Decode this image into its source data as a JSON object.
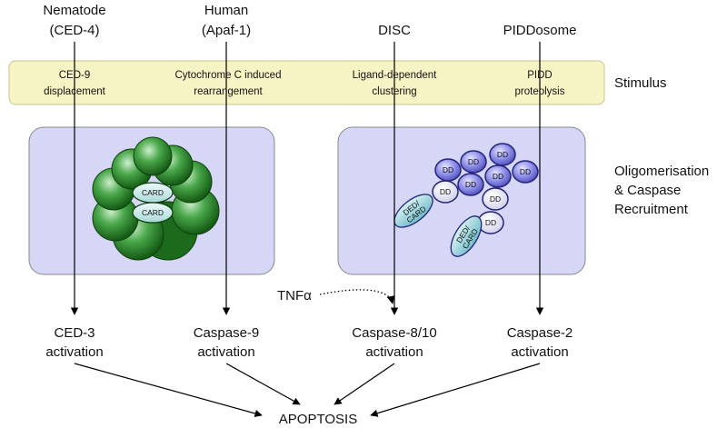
{
  "columns": [
    {
      "title_line1": "Nematode",
      "title_line2": "(CED-4)",
      "stimulus_line1": "CED-9",
      "stimulus_line2": "displacement",
      "activation_line1": "CED-3",
      "activation_line2": "activation"
    },
    {
      "title_line1": "Human",
      "title_line2": "(Apaf-1)",
      "stimulus_line1": "Cytochrome C induced",
      "stimulus_line2": "rearrangement",
      "activation_line1": "Caspase-9",
      "activation_line2": "activation"
    },
    {
      "title_line1": "DISC",
      "title_line2": "",
      "stimulus_line1": "Ligand-dependent",
      "stimulus_line2": "clustering",
      "activation_line1": "Caspase-8/10",
      "activation_line2": "activation"
    },
    {
      "title_line1": "PIDDosome",
      "title_line2": "",
      "stimulus_line1": "PIDD",
      "stimulus_line2": "proteolysis",
      "activation_line1": "Caspase-2",
      "activation_line2": "activation"
    }
  ],
  "side_labels": {
    "stimulus": "Stimulus",
    "oligo_line1": "Oligomerisation",
    "oligo_line2": "& Caspase",
    "oligo_line3": "Recruitment"
  },
  "complex_labels": {
    "card": "CARD",
    "dd": "DD",
    "dedcard_line1": "DED/",
    "dedcard_line2": "CARD"
  },
  "tnf_label": "TNFα",
  "apoptosis_label": "APOPTOSIS",
  "colors": {
    "stimulus_band": "#f6f3c4",
    "stimulus_border": "#c9c591",
    "panel_fill": "#d6d6f6",
    "panel_border": "#777777",
    "green_dark": "#1c6b1c",
    "green_light": "#8fd08f",
    "card_fill": "#d2ecec",
    "dd_blue": "#7a7adf",
    "dd_white": "#f2f2fb",
    "ded_fill": "#8ecdd6"
  }
}
